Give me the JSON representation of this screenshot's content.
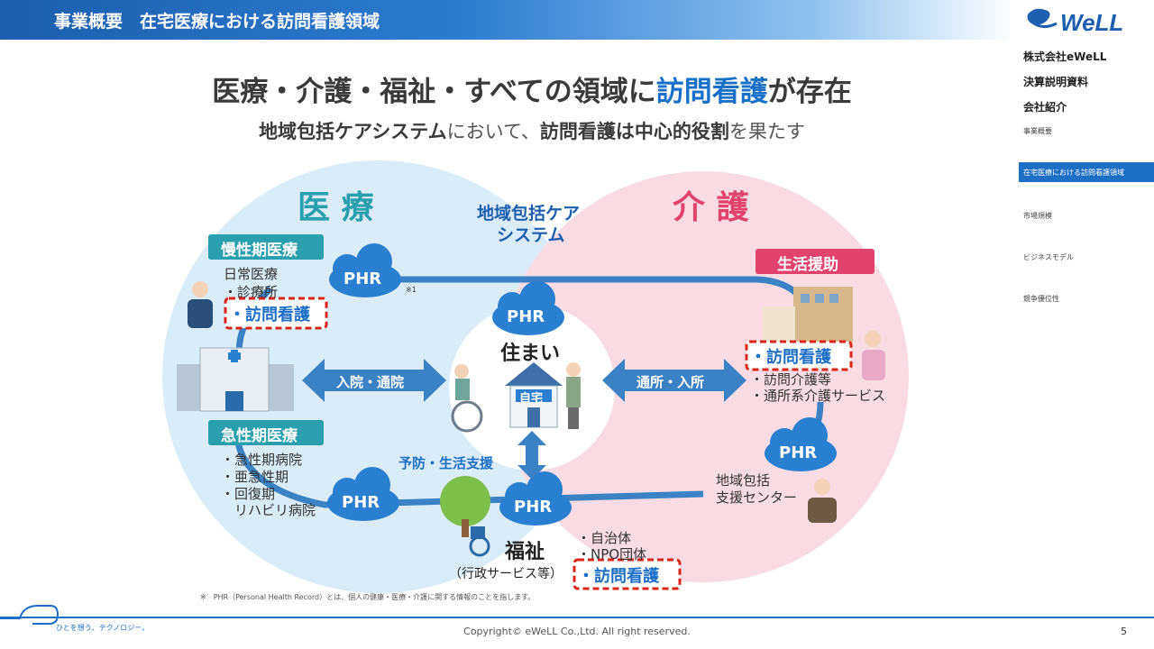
{
  "header": {
    "title": "事業概要　在宅医療における訪問看護領域",
    "logo_text": "eWeLL"
  },
  "sidebar": {
    "company": "株式会社eWeLL",
    "doc": "決算説明資料",
    "intro": "会社紹介",
    "items": [
      {
        "label": "事業概要",
        "active": false
      },
      {
        "label": "在宅医療における訪問看護領域",
        "active": true
      },
      {
        "label": "市場規模",
        "active": false
      },
      {
        "label": "ビジネスモデル",
        "active": false
      },
      {
        "label": "競争優位性",
        "active": false
      }
    ]
  },
  "headline": {
    "part1": "医療・介護・福祉・すべての領域に",
    "highlight": "訪問看護",
    "part2": "が存在"
  },
  "subheadline": {
    "b1": "地域包括ケアシステム",
    "t1": "において、",
    "b2": "訪問看護は中心的役割",
    "t2": "を果たす"
  },
  "diagram": {
    "medical": "医 療",
    "care": "介 護",
    "center_title_1": "地域包括ケア",
    "center_title_2": "システム",
    "chronic_badge": "慢性期医療",
    "chronic_items": [
      "日常医療",
      "・診療所"
    ],
    "visit_nursing": "・訪問看護",
    "acute_badge": "急性期医療",
    "acute_items": [
      "・急性期病院",
      "・亜急性期",
      "・回復期",
      "　リハビリ病院"
    ],
    "phr": "PHR",
    "note_mark": "※1",
    "home": "住まい",
    "home_sign": "自宅",
    "hospital_link": "入院・通院",
    "care_link": "通所・入所",
    "prevent_link": "予防・生活支援",
    "life_badge": "生活援助",
    "care_items": [
      "・訪問介護等",
      "・通所系介護サービス"
    ],
    "center_support": [
      "地域包括",
      "支援センター"
    ],
    "welfare": "福祉",
    "welfare_sub": "（行政サービス等）",
    "welfare_items": [
      "・自治体",
      "・NPO団体"
    ]
  },
  "footnote": "※　PHR（Personal Health Record）とは、個人の健康・医療・介護に関する情報のことを指します。",
  "tagline": "ひとを想う、テクノロジー。",
  "copyright": "Copyright© eWeLL Co.,Ltd. All right reserved.",
  "page_number": "5",
  "colors": {
    "brand_blue": "#1d6ec7",
    "medical_teal": "#2a9fb0",
    "care_pink": "#e0446e",
    "nursing_red": "#d9261c"
  }
}
